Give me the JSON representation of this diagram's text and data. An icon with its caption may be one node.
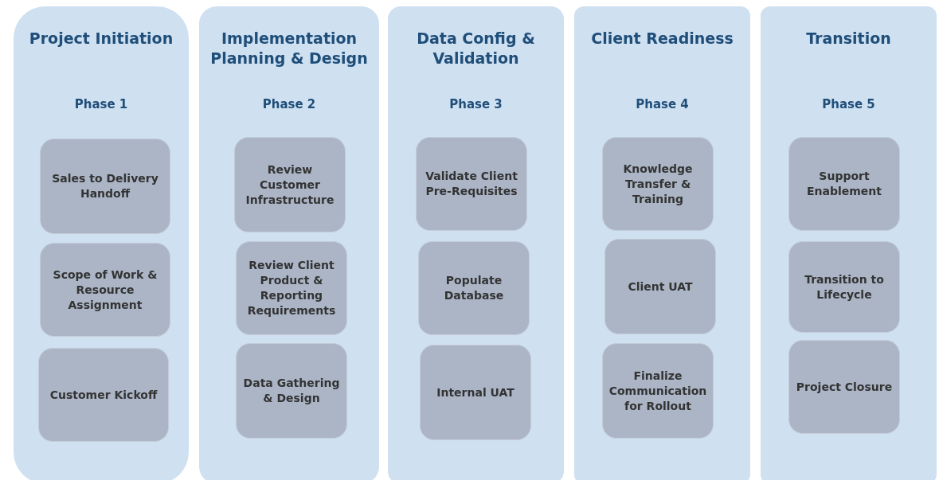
{
  "diagram": {
    "nodes": [
      {
        "text": [
          "Project Initiation",
          "Phase 1"
        ]
      },
      {
        "text": [
          "Sales to Delivery Handoff"
        ],
        "in": 0
      },
      {
        "text": [
          "Scope of Work & Resource Assignment"
        ],
        "in": 0
      },
      {
        "text": [
          "Customer Kickoff"
        ],
        "in": 0
      },
      {
        "text": [
          "Implementation Planning & Design",
          "Phase 2"
        ]
      },
      {
        "text": [
          "Review Customer Infrastructure"
        ],
        "in": 4
      },
      {
        "text": [
          "Review Client Product & Reporting Requirements"
        ],
        "in": 4
      },
      {
        "text": [
          "Data Gathering & Design"
        ],
        "in": 4
      },
      {
        "text": [
          "Data Config & Validation",
          "Phase 3"
        ]
      },
      {
        "text": [
          "Validate Client Pre-Requisites"
        ],
        "in": 8
      },
      {
        "text": [
          "Populate Database"
        ],
        "in": 8
      },
      {
        "text": [
          "Internal UAT"
        ],
        "in": 8
      },
      {
        "text": [
          "Client Readiness",
          "Phase 4"
        ]
      },
      {
        "text": [
          "Knowledge Transfer & Training"
        ],
        "in": 12
      },
      {
        "text": [
          "Client UAT"
        ],
        "in": 12
      },
      {
        "text": [
          "Finalize Communication for Rollout"
        ],
        "in": 12
      },
      {
        "text": [
          "Transition",
          "Phase 5"
        ]
      },
      {
        "text": [
          "Support Enablement"
        ],
        "in": 16
      },
      {
        "text": [
          "Transition to Lifecycle"
        ],
        "in": 16
      },
      {
        "text": [
          "Project Closure"
        ],
        "in": 16
      }
    ]
  }
}
